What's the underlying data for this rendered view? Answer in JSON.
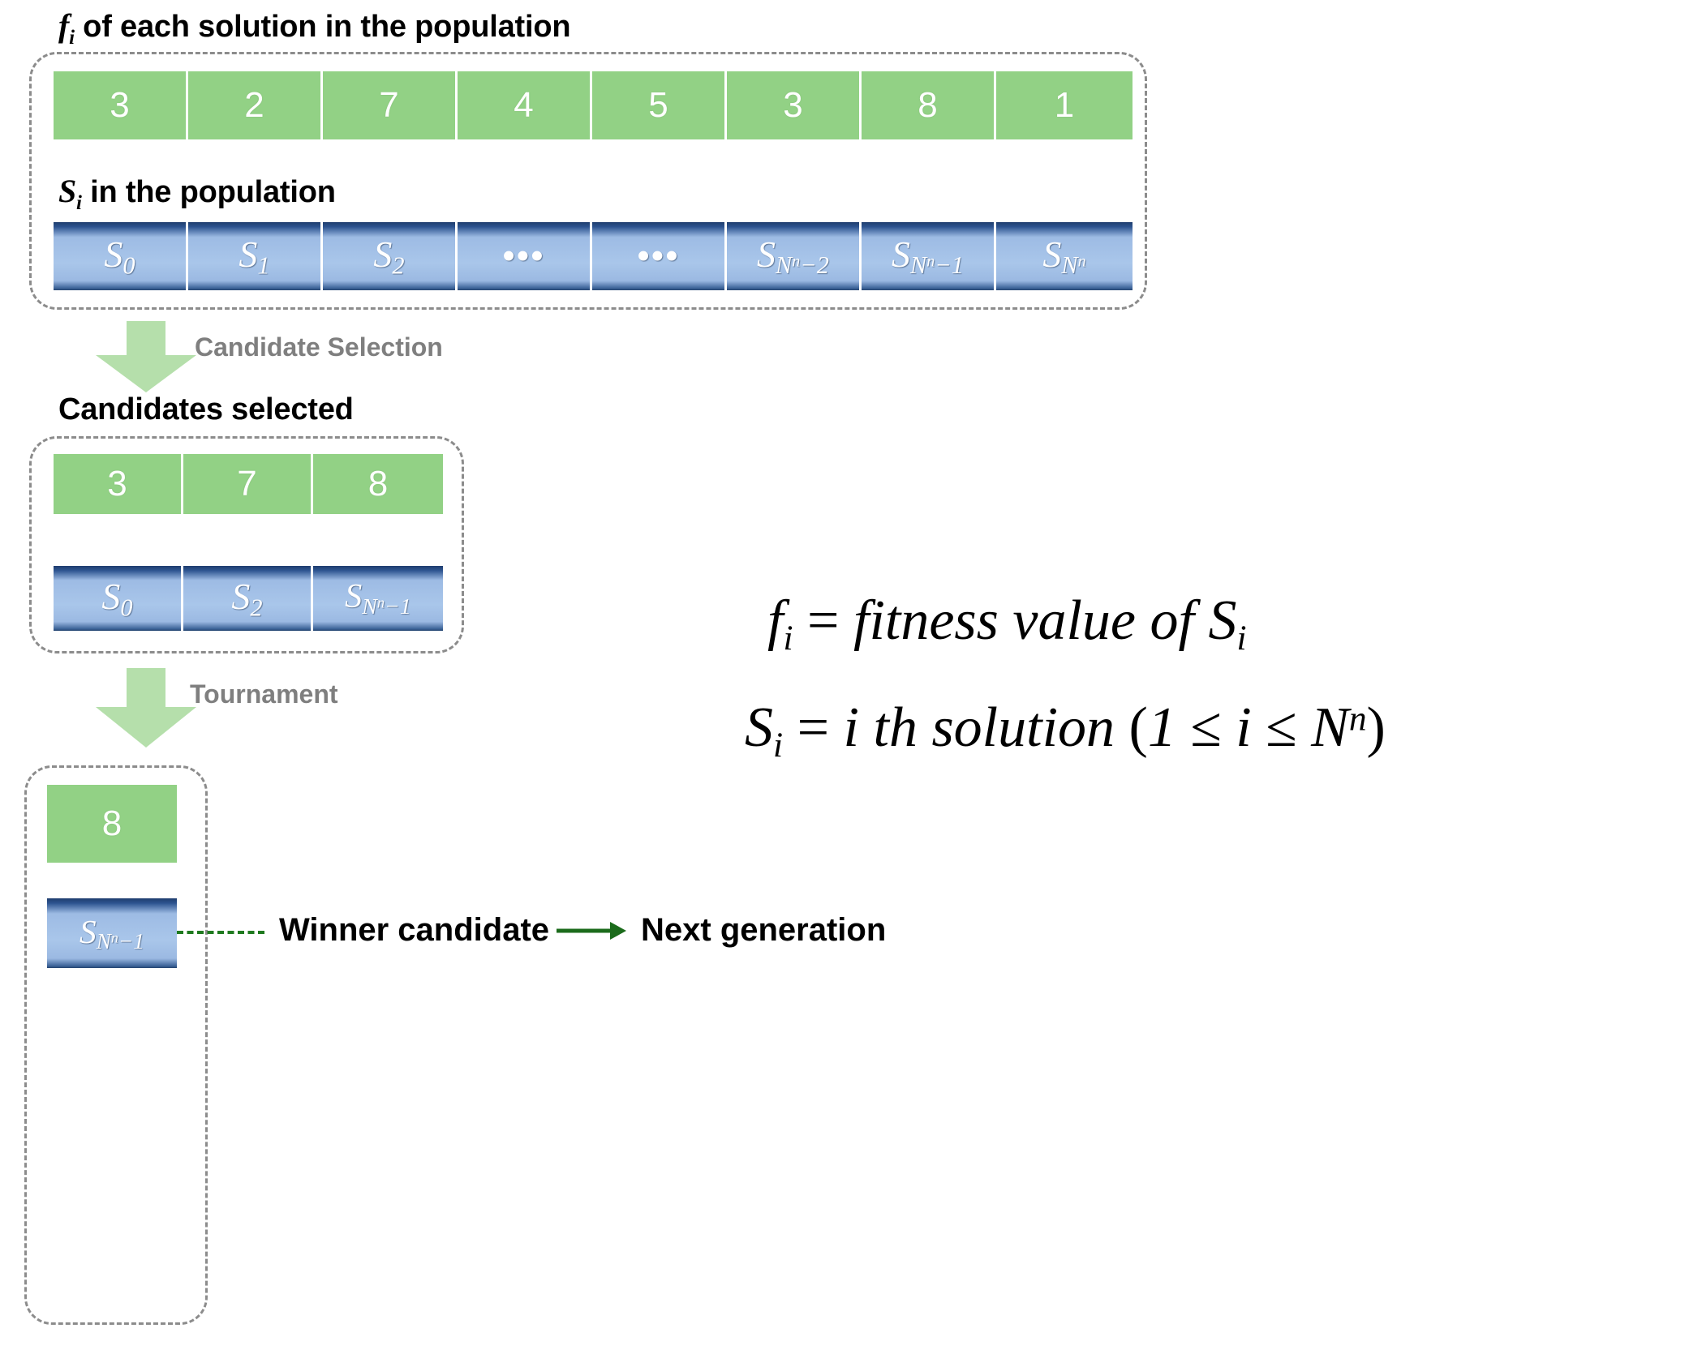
{
  "diagram": {
    "title_fitness_row": {
      "var": "f",
      "sub": "i",
      "rest": " of each solution in the population"
    },
    "title_solution_row": {
      "var": "S",
      "sub": "i",
      "rest": " in the population"
    },
    "population": {
      "fitness_values": [
        "3",
        "2",
        "7",
        "4",
        "5",
        "3",
        "8",
        "1"
      ],
      "solutions": [
        {
          "base": "S",
          "sub": "0"
        },
        {
          "base": "S",
          "sub": "1"
        },
        {
          "base": "S",
          "sub": "2"
        },
        {
          "base": "",
          "sub": "",
          "ellipsis": "•••"
        },
        {
          "base": "",
          "sub": "",
          "ellipsis": "•••"
        },
        {
          "base": "S",
          "sub": "N",
          "sup": "n",
          "tail": "−2"
        },
        {
          "base": "S",
          "sub": "N",
          "sup": "n",
          "tail": "−1"
        },
        {
          "base": "S",
          "sub": "N",
          "sup": "n",
          "tail": ""
        }
      ]
    },
    "step_labels": {
      "candidate_selection": "Candidate Selection",
      "tournament": "Tournament"
    },
    "candidates_heading": "Candidates selected",
    "candidates": {
      "fitness_values": [
        "3",
        "7",
        "8"
      ],
      "solutions": [
        {
          "base": "S",
          "sub": "0"
        },
        {
          "base": "S",
          "sub": "2"
        },
        {
          "base": "S",
          "sub": "N",
          "sup": "n",
          "tail": "−1"
        }
      ]
    },
    "winner": {
      "fitness_value": "8",
      "solution": {
        "base": "S",
        "sub": "N",
        "sup": "n",
        "tail": "−1"
      }
    },
    "legend": {
      "winner_label": "Winner candidate",
      "next_label": "Next generation"
    },
    "formulas": {
      "line1": {
        "lhs_base": "f",
        "lhs_sub": "i",
        "eq": " = ",
        "rhs": "fitness value of ",
        "rhs_base": "S",
        "rhs_sub": "i"
      },
      "line2": {
        "lhs_base": "S",
        "lhs_sub": "i",
        "eq": " = ",
        "rhs_a": "i th solution ",
        "paren_open": "(",
        "bound_lo": "1 ",
        "le1": "≤",
        "mid": " i ",
        "le2": "≤",
        "bound_hi_base": " N",
        "bound_hi_sup": "n",
        "paren_close": ")"
      }
    },
    "colors": {
      "green_cell": "#92d185",
      "blue_cell_light": "#a9c6ea",
      "blue_cell_dark": "#1f3d6e",
      "arrow_green": "#b5dfab",
      "label_gray": "#7f7f7f",
      "dashed_gray": "#8c8c8c",
      "winner_line_green": "#1f7a1f"
    }
  }
}
